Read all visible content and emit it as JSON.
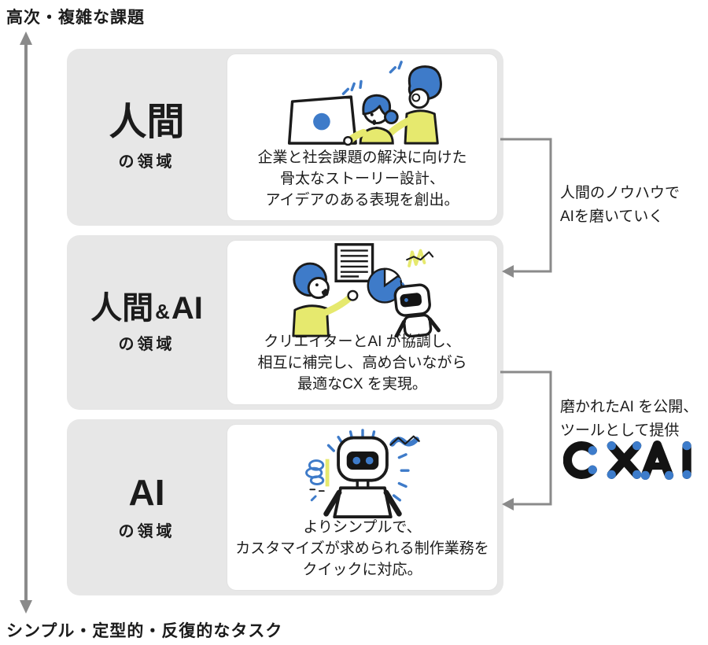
{
  "figure": {
    "axis_top_label": "高次・複雑な課題",
    "axis_bottom_label": "シンプル・定型的・反復的なタスク"
  },
  "panels": [
    {
      "title_parts": {
        "main": "人間",
        "amp": "",
        "rest": ""
      },
      "subtitle": "の領域",
      "illustration": "two-creators-at-laptop",
      "description": [
        "企業と社会課題の解決に向けた",
        "骨太なストーリー設計、",
        "アイデアのある表現を創出。"
      ]
    },
    {
      "title_parts": {
        "main": "人間",
        "amp": "&",
        "rest": "AI"
      },
      "subtitle": "の領域",
      "illustration": "creator-and-robot-collaborating",
      "description": [
        "クリエイターとAI が協調し、",
        "相互に補完し、高め合いながら",
        "最適なCX を実現。"
      ]
    },
    {
      "title_parts": {
        "main": "AI",
        "amp": "",
        "rest": ""
      },
      "subtitle": "の領域",
      "illustration": "robot-working-alone",
      "description": [
        "よりシンプルで、",
        "カスタマイズが求められる制作業務を",
        "クイックに対応。"
      ]
    }
  ],
  "annotations": [
    {
      "lines": [
        "人間のノウハウで",
        "AIを磨いていく"
      ]
    },
    {
      "lines": [
        "磨かれたAI を公開、",
        "ツールとして提供"
      ],
      "logo_text": "CXAI"
    }
  ],
  "colors": {
    "panel_gray": "#E7E7E7",
    "arrow_gray": "#8A8A8A",
    "accent_blue": "#3E7BC9",
    "accent_yellow": "#E6E96E",
    "logo_dot_blue": "#3D7CCB",
    "ink": "#1B1B1B"
  }
}
